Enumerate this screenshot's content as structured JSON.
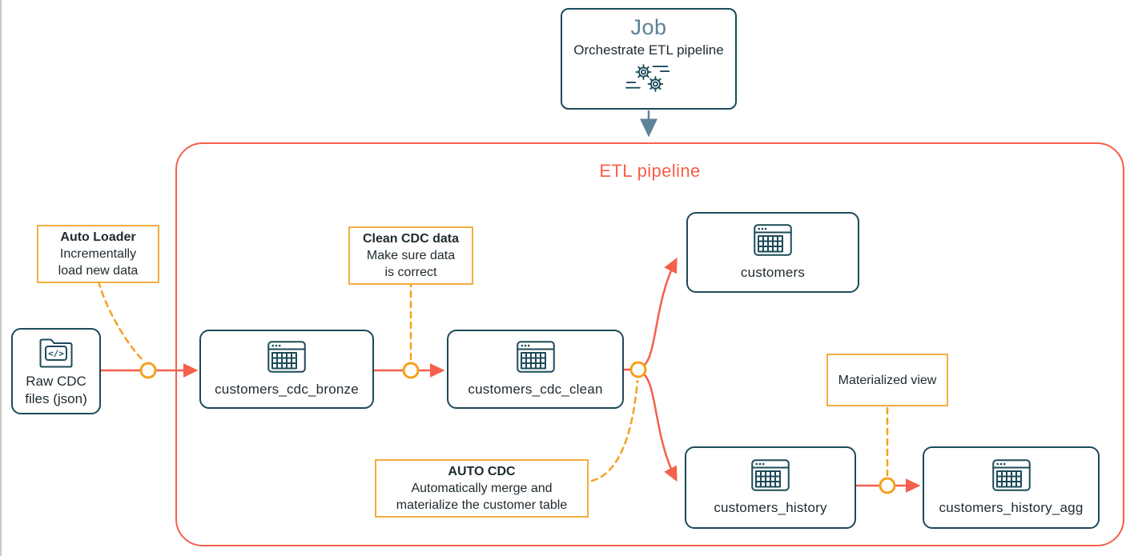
{
  "colors": {
    "teal": "#1C4A59",
    "slate": "#5E8296",
    "salmon": "#F4604B",
    "orange": "#F3AC40",
    "orange_deep": "#F5A01E",
    "ink": "#1E2A30"
  },
  "job": {
    "title": "Job",
    "subtitle": "Orchestrate ETL pipeline"
  },
  "pipeline": {
    "title": "ETL pipeline"
  },
  "source": {
    "line1": "Raw CDC",
    "line2": "files (json)"
  },
  "tables": {
    "bronze": {
      "label": "customers_cdc_bronze"
    },
    "clean": {
      "label": "customers_cdc_clean"
    },
    "customers": {
      "label": "customers"
    },
    "history": {
      "label": "customers_history"
    },
    "history_agg": {
      "label": "customers_history_agg"
    }
  },
  "annotations": {
    "auto_loader": {
      "title": "Auto Loader",
      "line1": "Incrementally",
      "line2": "load new data"
    },
    "clean_cdc": {
      "title": "Clean CDC data",
      "line1": "Make sure data",
      "line2": "is correct"
    },
    "auto_cdc": {
      "title": "AUTO CDC",
      "line1": "Automatically merge and",
      "line2": "materialize the customer table"
    },
    "materialized_view": {
      "label": "Materialized view"
    }
  },
  "icons": {
    "job": "gears-icon",
    "source": "folder-code-icon",
    "table": "table-icon",
    "folder_code_glyph": "</>"
  }
}
